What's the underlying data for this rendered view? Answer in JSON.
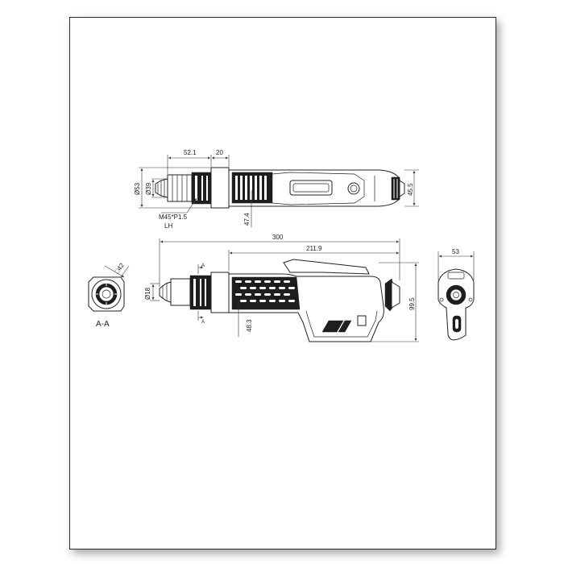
{
  "drawing": {
    "top_view": {
      "dim_52_1": "52.1",
      "dim_20": "20",
      "dim_dia53": "Ø53",
      "dim_dia39": "Ø39",
      "dim_45_5": "45.5",
      "dim_47_4": "47.4",
      "thread_callout": "M45*P1.5",
      "thread_callout_2": "LH"
    },
    "side_view": {
      "dim_300": "300",
      "dim_211_9": "211.9",
      "dim_dia18": "Ø18",
      "dim_99_5": "99.5",
      "dim_48_3": "48.3",
      "section_mark": "A"
    },
    "section_view": {
      "dim_square42": "□42",
      "label": "A-A"
    },
    "end_view": {
      "dim_53": "53"
    }
  },
  "colors": {
    "line": "#222222",
    "sheet_border": "#2a2a2a",
    "dark_fill": "#1e1e1e"
  }
}
